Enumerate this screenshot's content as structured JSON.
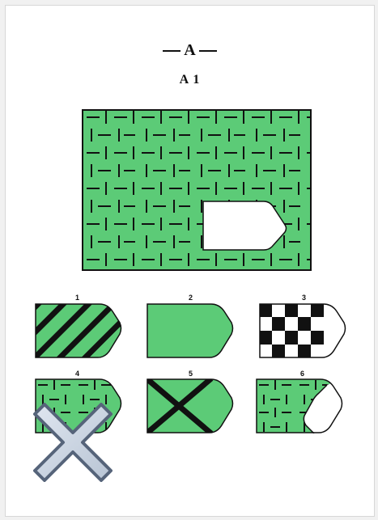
{
  "header": {
    "section_letter": "A",
    "problem_id": "A 1"
  },
  "options": [
    {
      "number": "1",
      "pattern": "diagonal-stripes"
    },
    {
      "number": "2",
      "pattern": "plain-green"
    },
    {
      "number": "3",
      "pattern": "checkerboard"
    },
    {
      "number": "4",
      "pattern": "dash-pattern"
    },
    {
      "number": "5",
      "pattern": "x-cross"
    },
    {
      "number": "6",
      "pattern": "dash-pattern-with-white-tip"
    }
  ],
  "overlay": {
    "mark": "cross",
    "on_option": "4"
  },
  "colors": {
    "fill_green": "#5ccb77",
    "stroke": "#111111",
    "overlay_cross": "#56647a"
  }
}
